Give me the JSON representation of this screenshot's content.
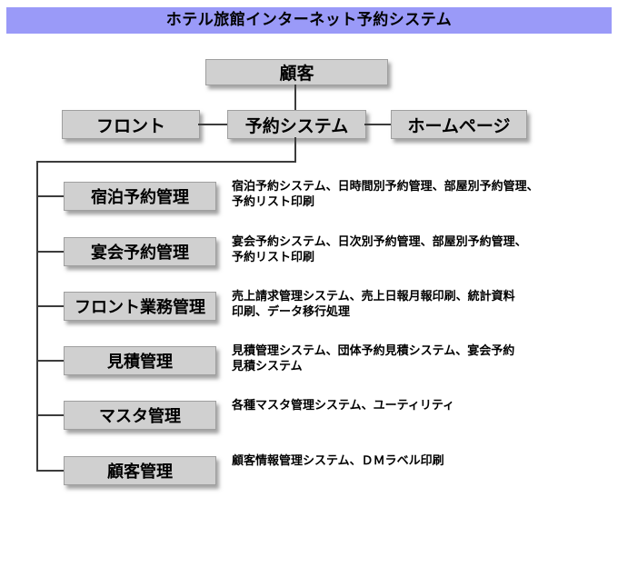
{
  "title": "ホテル旅館インターネット予約システム",
  "colors": {
    "title_bg": "#9a9af8",
    "box_bg": "#d0d0d0",
    "box_border": "#9f9f9f",
    "line": "#3c3c3c",
    "text": "#000000",
    "background": "#ffffff"
  },
  "tree": {
    "customer": "顧客",
    "front": "フロント",
    "reservation_system": "予約システム",
    "homepage": "ホームページ",
    "rows": [
      {
        "label": "宿泊予約管理",
        "desc": [
          "宿泊予約システム、日時間別予約管理、部屋別予約管理、",
          "予約リスト印刷"
        ]
      },
      {
        "label": "宴会予約管理",
        "desc": [
          "宴会予約システム、日次別予約管理、部屋別予約管理、",
          "予約リスト印刷"
        ]
      },
      {
        "label": "フロント業務管理",
        "desc": [
          "売上請求管理システム、売上日報月報印刷、統計資料",
          "印刷、データ移行処理"
        ]
      },
      {
        "label": "見積管理",
        "desc": [
          "見積管理システム、団体予約見積システム、宴会予約",
          "見積システム"
        ]
      },
      {
        "label": "マスタ管理",
        "desc": [
          "各種マスタ管理システム、ユーティリティ",
          ""
        ]
      },
      {
        "label": "顧客管理",
        "desc": [
          "顧客情報管理システム、ＤＭラベル印刷",
          ""
        ]
      }
    ]
  }
}
